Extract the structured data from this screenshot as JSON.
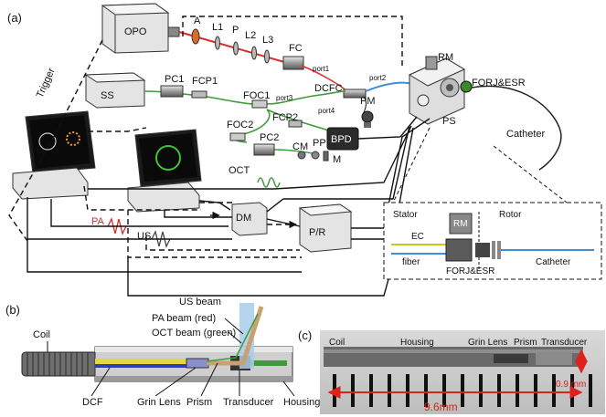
{
  "panels": {
    "a": "(a)",
    "b": "(b)",
    "c": "(c)"
  },
  "system": {
    "opo": "OPO",
    "ss": "SS",
    "a": "A",
    "l1": "L1",
    "p": "P",
    "l2": "L2",
    "l3": "L3",
    "fc": "FC",
    "port1": "port1",
    "port2": "port2",
    "port3": "port3",
    "port4": "port4",
    "dcfc": "DCFC",
    "pm": "PM",
    "rm": "RM",
    "ps": "PS",
    "forj": "FORJ&ESR",
    "pc1": "PC1",
    "fcp1": "FCP1",
    "foc1": "FOC1",
    "foc2": "FOC2",
    "fcp2": "FCP2",
    "pc2": "PC2",
    "cm": "CM",
    "pp": "PP",
    "m": "M",
    "bpd": "BPD",
    "trigger": "Trigger",
    "oct": "OCT",
    "dm": "DM",
    "pr": "P/R",
    "pa": "PA",
    "us": "US",
    "catheter": "Catheter"
  },
  "inset": {
    "stator": "Stator",
    "rotor": "Rotor",
    "rm": "RM",
    "ec": "EC",
    "fiber": "fiber",
    "forj": "FORJ&ESR",
    "catheter": "Catheter"
  },
  "probe": {
    "us_beam": "US beam",
    "pa_beam": "PA beam (red)",
    "oct_beam": "OCT beam (green)",
    "coil": "Coil",
    "dcf": "DCF",
    "grin": "Grin Lens",
    "prism": "Prism",
    "transducer": "Transducer",
    "housing": "Housing"
  },
  "photo": {
    "coil": "Coil",
    "housing": "Housing",
    "grin": "Grin Lens",
    "prism": "Prism",
    "transducer": "Transducer",
    "dim_small": "0.9 mm",
    "dim_large": "9.6mm"
  },
  "colors": {
    "laser": "#d2302a",
    "fiber_green": "#3f9a3a",
    "fiber_blue": "#3f8fd8",
    "us_beam": "#a9cdea",
    "dim_red": "#e0201a"
  }
}
